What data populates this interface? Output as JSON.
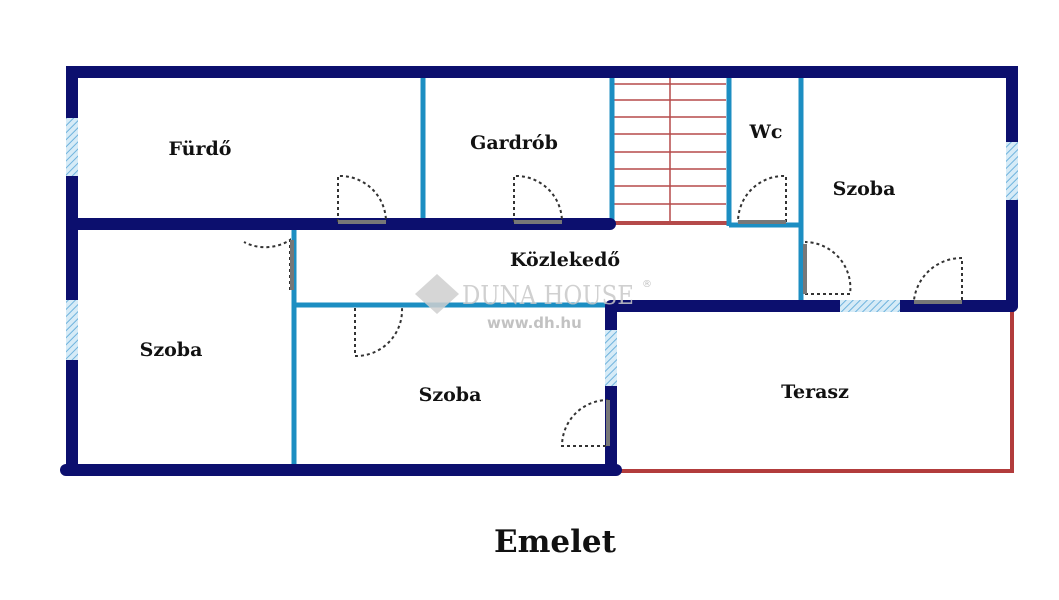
{
  "plan": {
    "title": "Emelet",
    "rooms": {
      "furdo": "Fürdő",
      "gardrob": "Gardrób",
      "wc": "Wc",
      "szoba_right": "Szoba",
      "kozlekedo": "Közlekedő",
      "szoba_left": "Szoba",
      "szoba_middle": "Szoba",
      "terasz": "Terasz"
    },
    "watermark": {
      "brand": "DUNA HOUSE",
      "mark": "®",
      "url": "www.dh.hu"
    },
    "colors": {
      "outer_wall": "#0c0f6e",
      "inner_wall": "#1c8ec2",
      "terrace": "#b23c3c",
      "window": "#9cc8e6"
    }
  }
}
